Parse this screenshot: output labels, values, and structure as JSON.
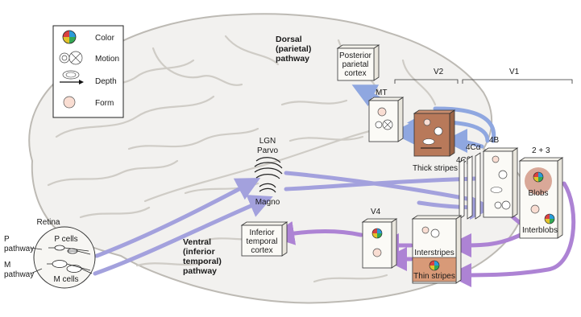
{
  "legend": {
    "color": "Color",
    "motion": "Motion",
    "depth": "Depth",
    "form": "Form"
  },
  "dorsal": {
    "line1": "Dorsal",
    "line2": "(parietal)",
    "line3": "pathway"
  },
  "ventral": {
    "line1": "Ventral",
    "line2": "(inferior",
    "line3": "temporal)",
    "line4": "pathway"
  },
  "areas": {
    "posterior_parietal": [
      "Posterior",
      "parietal",
      "cortex"
    ],
    "inferior_temporal": [
      "Inferior",
      "temporal",
      "cortex"
    ],
    "mt": "MT",
    "v4": "V4",
    "v2": "V2",
    "v1": "V1",
    "thick_stripes": "Thick stripes",
    "interstripes": "Interstripes",
    "thin_stripes": "Thin stripes",
    "layer_4ca": "4Cα",
    "layer_4cb": "4Cβ",
    "layer_4b": "4B",
    "layer_2_3": "2 + 3",
    "blobs": "Blobs",
    "interblobs": "Interblobs"
  },
  "lgn": {
    "title": "LGN",
    "parvo": "Parvo",
    "magno": "Magno"
  },
  "retina": {
    "title": "Retina",
    "p_pathway_1": "P",
    "p_pathway_2": "pathway",
    "m_pathway_1": "M",
    "m_pathway_2": "pathway",
    "p_cells": "P cells",
    "m_cells": "M cells"
  },
  "colors": {
    "magno_arrow": "#a3a1dd",
    "parvo_arrow": "#ad83d4",
    "dorsal_arrow": "#8fa7e0",
    "thick_stripe": "#b8795a",
    "blob": "#d9a898",
    "form_dot": "#f9ddd2"
  }
}
